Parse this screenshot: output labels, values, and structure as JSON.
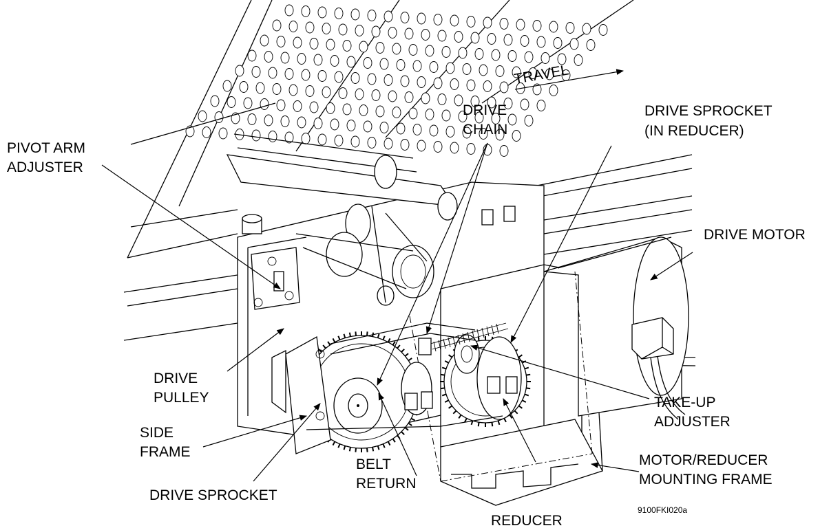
{
  "labels": {
    "travel": "TRAVEL",
    "drive_chain": [
      "DRIVE",
      "CHAIN"
    ],
    "drive_sprocket_reducer": [
      "DRIVE SPROCKET",
      "(IN REDUCER)"
    ],
    "pivot_arm_adjuster": [
      "PIVOT ARM",
      "ADJUSTER"
    ],
    "drive_motor": "DRIVE MOTOR",
    "drive_pulley": [
      "DRIVE",
      "PULLEY"
    ],
    "side_frame": [
      "SIDE",
      "FRAME"
    ],
    "drive_sprocket": "DRIVE SPROCKET",
    "belt_return": [
      "BELT",
      "RETURN"
    ],
    "reducer": "REDUCER",
    "take_up_adjuster": [
      "TAKE-UP",
      "ADJUSTER"
    ],
    "motor_reducer_frame": [
      "MOTOR/REDUCER",
      "MOUNTING FRAME"
    ],
    "figure_id": "9100FKI020a"
  }
}
